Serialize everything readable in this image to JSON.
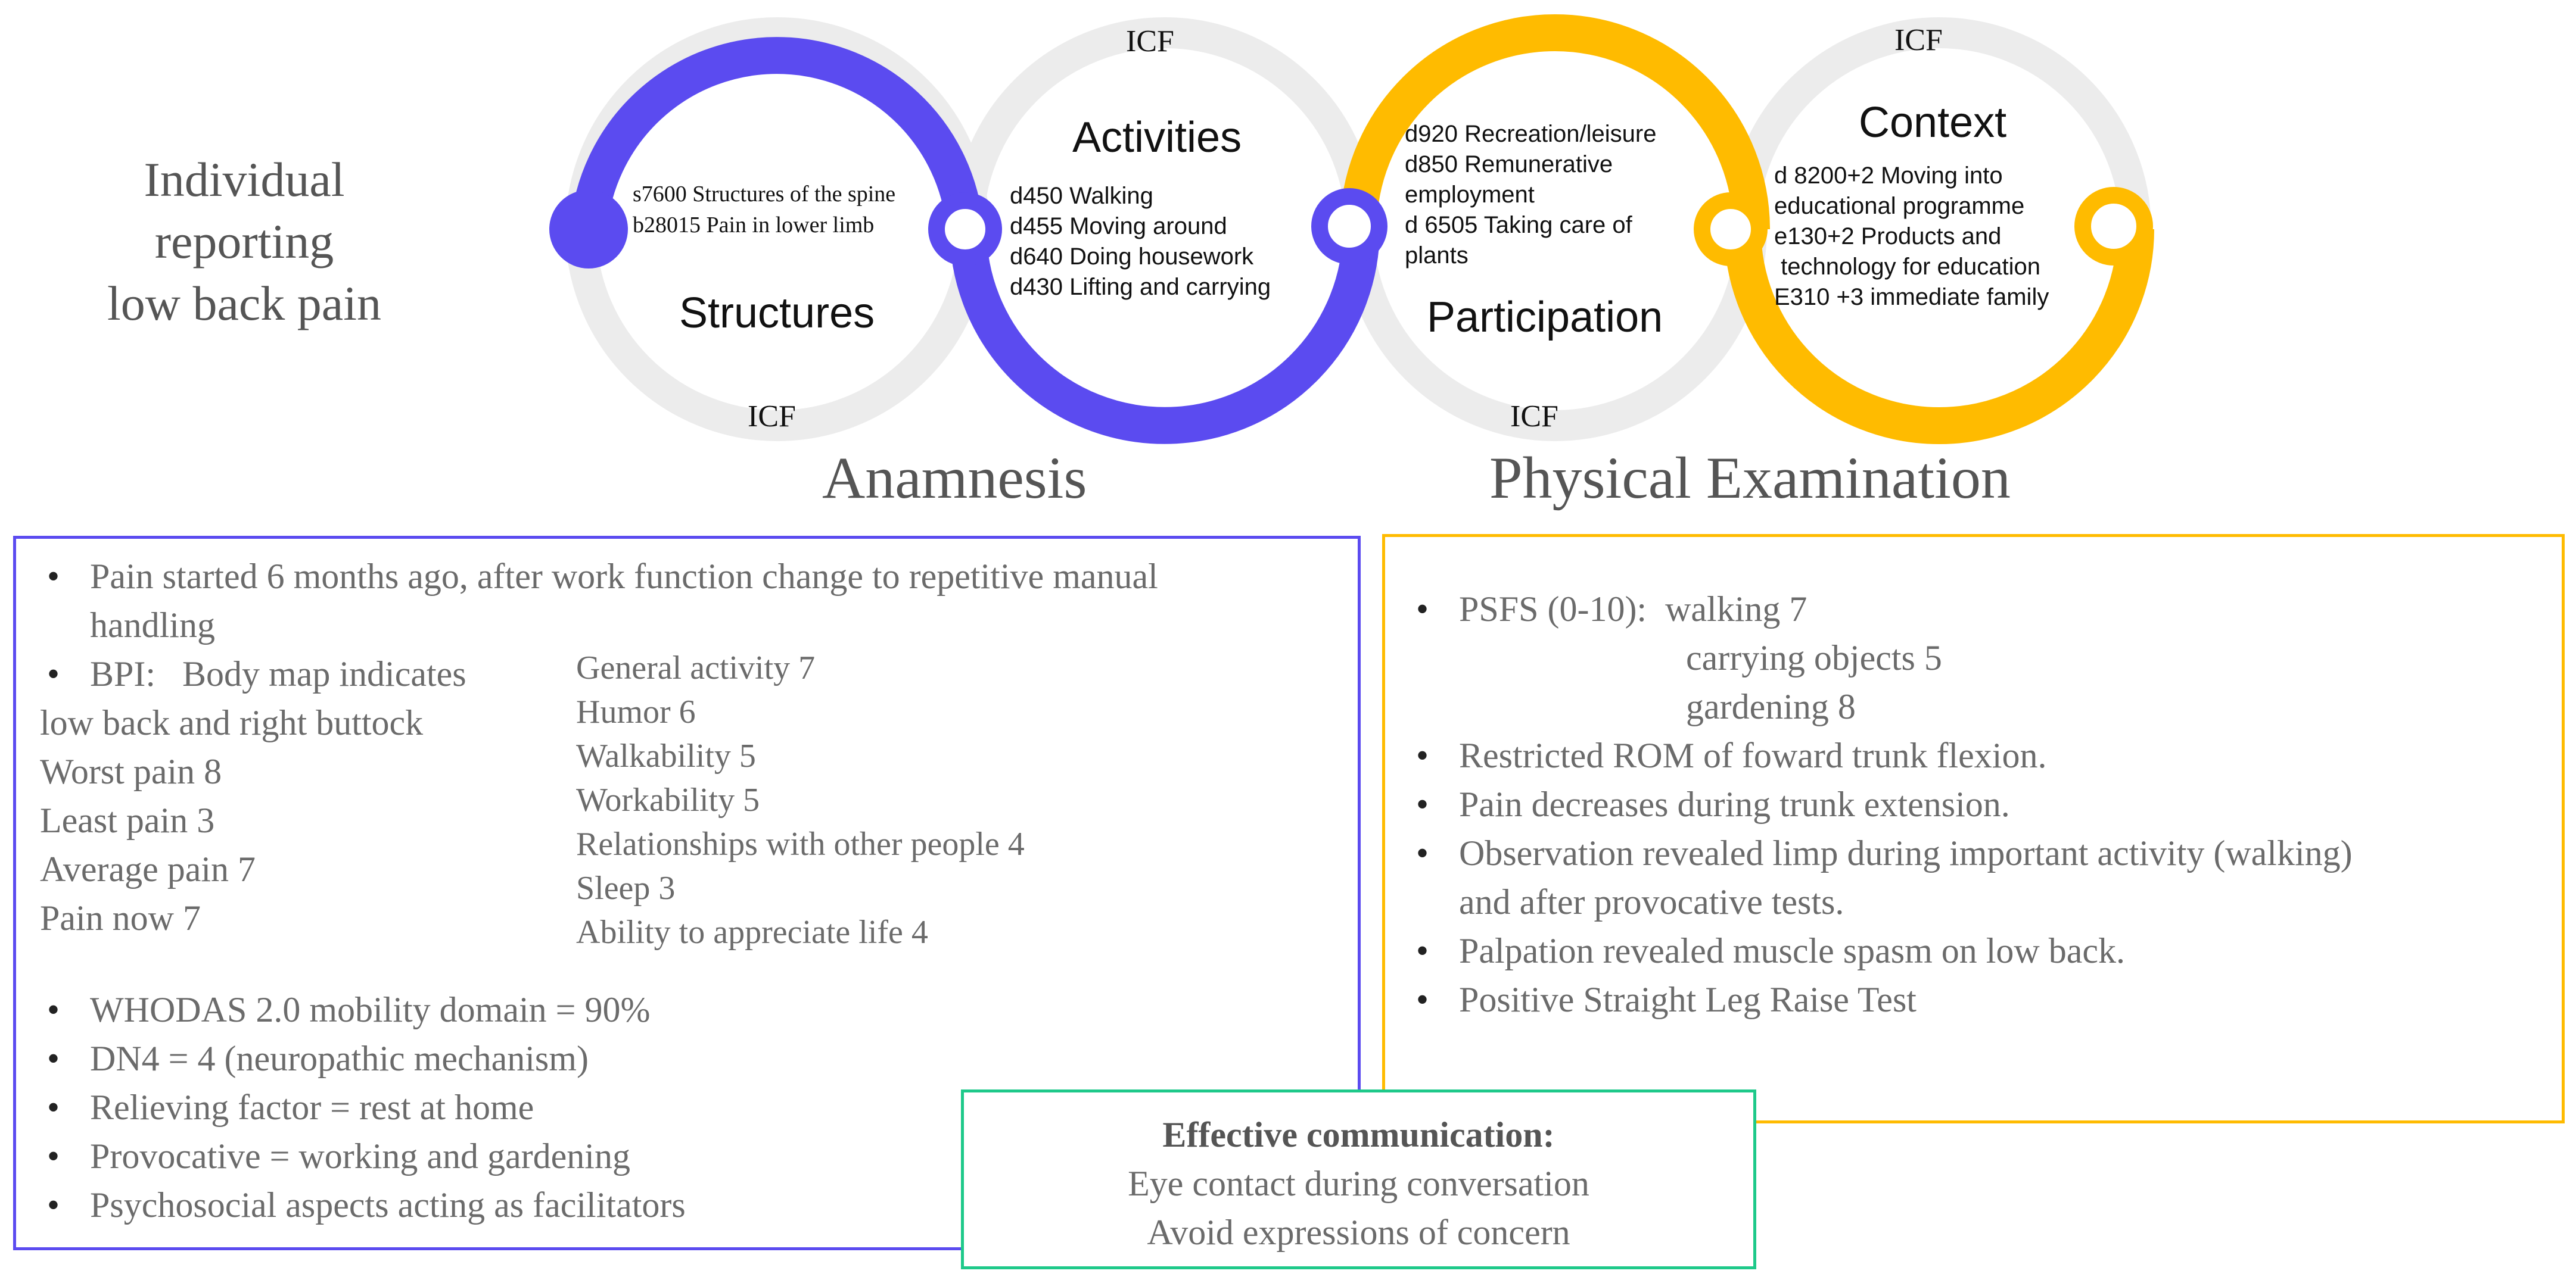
{
  "colors": {
    "purple": "#5b4bf0",
    "yellow": "#ffbb00",
    "gray_ring": "#ececec",
    "green": "#1ec98a",
    "text_gray": "#6b6b6b"
  },
  "header": {
    "subject_line1": "Individual reporting",
    "subject_line2": "low back pain"
  },
  "circles": {
    "structures": {
      "title": "Structures",
      "items": [
        "s7600 Structures of the spine",
        "b28015 Pain in lower limb"
      ],
      "icf": "ICF"
    },
    "activities": {
      "title": "Activities",
      "items": [
        "d450 Walking",
        "d455 Moving around",
        "d640 Doing housework",
        "d430 Lifting and carrying"
      ],
      "icf": "ICF"
    },
    "participation": {
      "title": "Participation",
      "items": [
        "d920 Recreation/leisure",
        "d850 Remunerative",
        "employment",
        "d 6505 Taking care of",
        "plants"
      ],
      "icf": "ICF"
    },
    "context": {
      "title": "Context",
      "items": [
        "d 8200+2 Moving into",
        "educational programme",
        "e130+2 Products and",
        " technology for education",
        "E310 +3 immediate family"
      ],
      "icf": "ICF"
    }
  },
  "sections": {
    "anamnesis": "Anamnesis",
    "physical_examination": "Physical Examination"
  },
  "anamnesis": {
    "pain_start_line1": "Pain started 6 months ago, after work function change to repetitive manual",
    "pain_start_line2": "handling",
    "bpi_line1": "BPI:   Body map indicates",
    "bpi_line2": "low back and right buttock",
    "bpi_scores": [
      "Worst pain 8",
      "Least pain 3",
      "Average pain 7",
      "Pain now 7"
    ],
    "interference": [
      "General activity 7",
      "Humor 6",
      "Walkability 5",
      "Workability 5",
      "Relationships with other people 4",
      "Sleep 3",
      "Ability to appreciate life 4"
    ],
    "bullets": [
      "WHODAS 2.0 mobility domain = 90%",
      "DN4 = 4 (neuropathic mechanism)",
      "Relieving factor = rest at home",
      "Provocative = working and gardening",
      "Psychosocial aspects acting as facilitators"
    ]
  },
  "physical": {
    "psfs_label": "PSFS (0-10):",
    "psfs_items": [
      "walking 7",
      "carrying objects 5",
      "gardening 8"
    ],
    "bullets": [
      "Restricted ROM of foward trunk flexion.",
      "Pain decreases during trunk extension."
    ],
    "observation_line1": "Observation revealed limp during important activity (walking)",
    "observation_line2": "and after provocative tests.",
    "bullets2": [
      "Palpation revealed muscle spasm on low back.",
      "Positive Straight Leg Raise Test"
    ]
  },
  "communication": {
    "title": "Effective communication:",
    "line1": "Eye contact during conversation",
    "line2": "Avoid expressions of concern"
  }
}
